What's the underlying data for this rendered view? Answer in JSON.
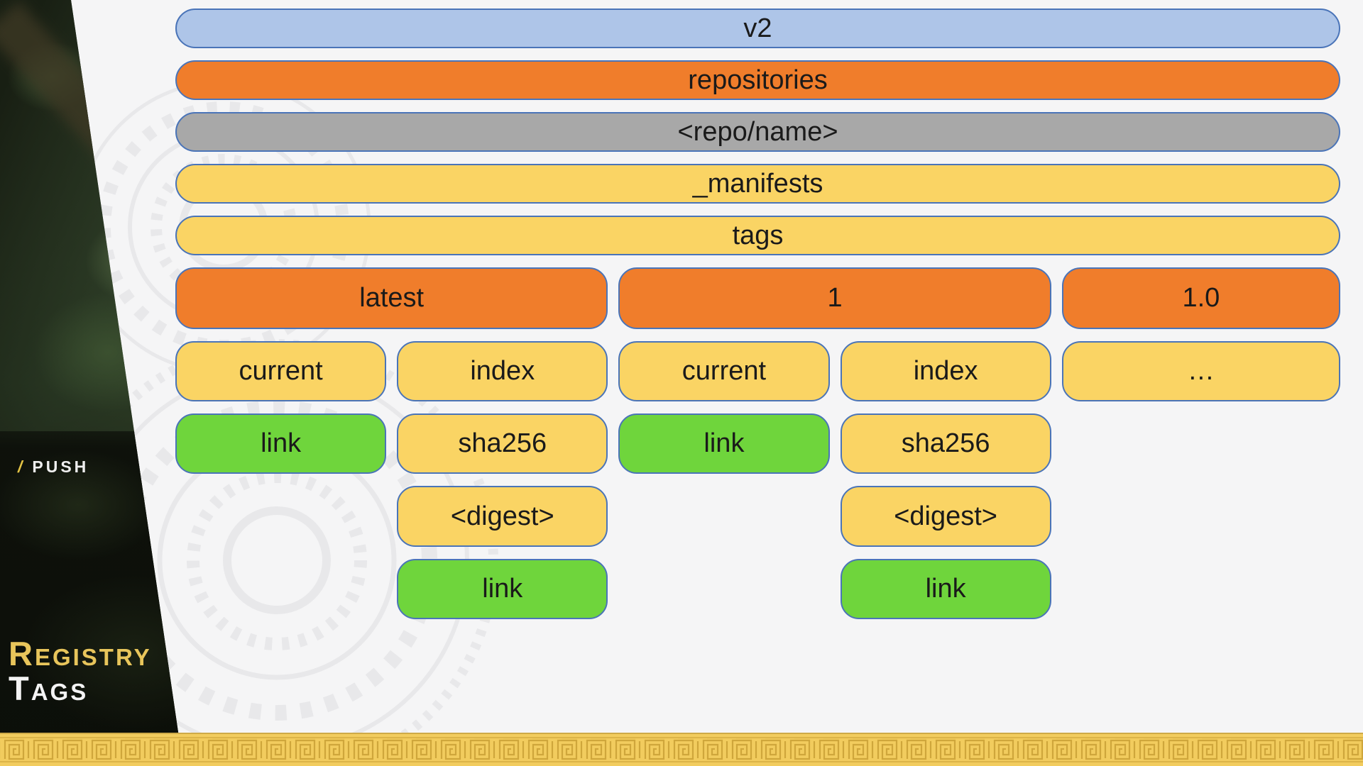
{
  "sidebar": {
    "breadcrumb_slash": "/",
    "breadcrumb_label": "PUSH",
    "title_line1": "Registry",
    "title_line2": "Tags"
  },
  "diagram": {
    "level_bars": [
      {
        "label": "v2",
        "color": "#aec5e8"
      },
      {
        "label": "repositories",
        "color": "#f07d2b"
      },
      {
        "label": "<repo/name>",
        "color": "#a8a8a8"
      },
      {
        "label": "_manifests",
        "color": "#fad464"
      },
      {
        "label": "tags",
        "color": "#fad464"
      }
    ],
    "tag_row": [
      {
        "label": "latest"
      },
      {
        "label": "1"
      },
      {
        "label": "1.0"
      }
    ],
    "ref_row": [
      {
        "label": "current"
      },
      {
        "label": "index"
      },
      {
        "label": "current"
      },
      {
        "label": "index"
      },
      {
        "label": "…"
      }
    ],
    "link_row": [
      {
        "label": "link"
      },
      {
        "label": "sha256"
      },
      {
        "label": "link"
      },
      {
        "label": "sha256"
      }
    ],
    "digest_row": [
      {
        "label": "<digest>"
      },
      {
        "label": "<digest>"
      }
    ],
    "final_link_row": [
      {
        "label": "link"
      },
      {
        "label": "link"
      }
    ]
  },
  "colors": {
    "outline_blue": "#4a74b8",
    "node_blue": "#aec5e8",
    "node_orange": "#f07d2b",
    "node_gray": "#a8a8a8",
    "node_gold": "#fad464",
    "node_green": "#6fd53c",
    "background": "#f5f5f6",
    "band_gold": "#f2cc5e",
    "band_pattern": "#c9a035",
    "title_gold": "#e8c55b",
    "title_white": "#f4f4f4"
  }
}
